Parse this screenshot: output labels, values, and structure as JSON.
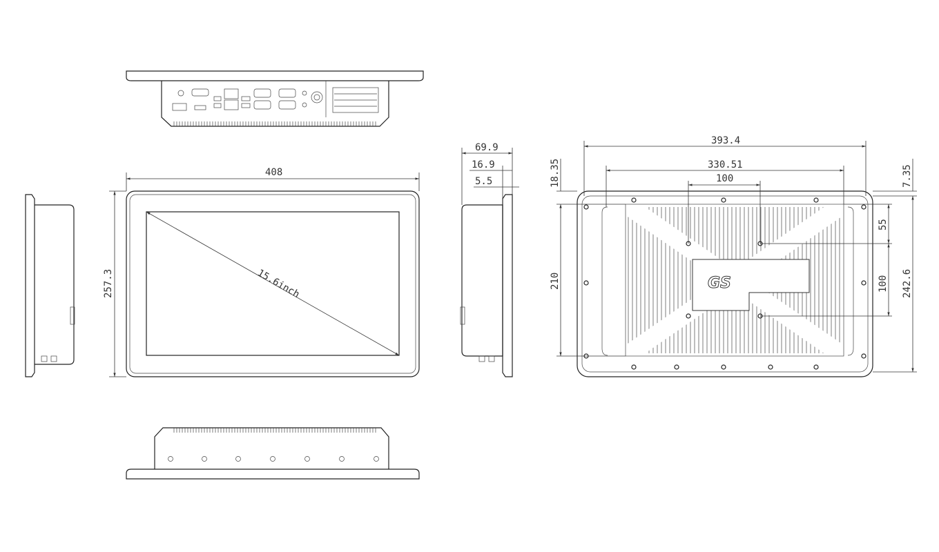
{
  "drawing": {
    "front_view": {
      "width_label": "408",
      "height_label": "257.3",
      "diagonal_label": "15.6inch"
    },
    "side_view": {
      "depth_label": "69.9",
      "body_offset_label": "16.9",
      "bezel_label": "5.5"
    },
    "rear_view": {
      "overall_width_label": "393.4",
      "heatsink_width_label": "330.51",
      "vesa_width_label": "100",
      "top_offset_left_label": "18.35",
      "top_offset_right_label": "7.35",
      "left_height_label": "210",
      "vesa_top_offset_label": "55",
      "vesa_height_label": "100",
      "overall_height_label": "242.6",
      "logo_text": "GS"
    }
  }
}
